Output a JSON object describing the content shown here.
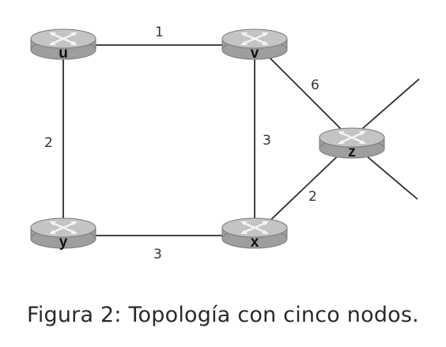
{
  "nodes": {
    "u": "u",
    "v": "v",
    "x": "x",
    "y": "y",
    "z": "z"
  },
  "edge_weights": {
    "u_v": "1",
    "u_y": "2",
    "v_x": "3",
    "v_z": "6",
    "x_y": "3",
    "x_z": "2"
  },
  "caption": "Figura 2: Topología con cinco nodos."
}
